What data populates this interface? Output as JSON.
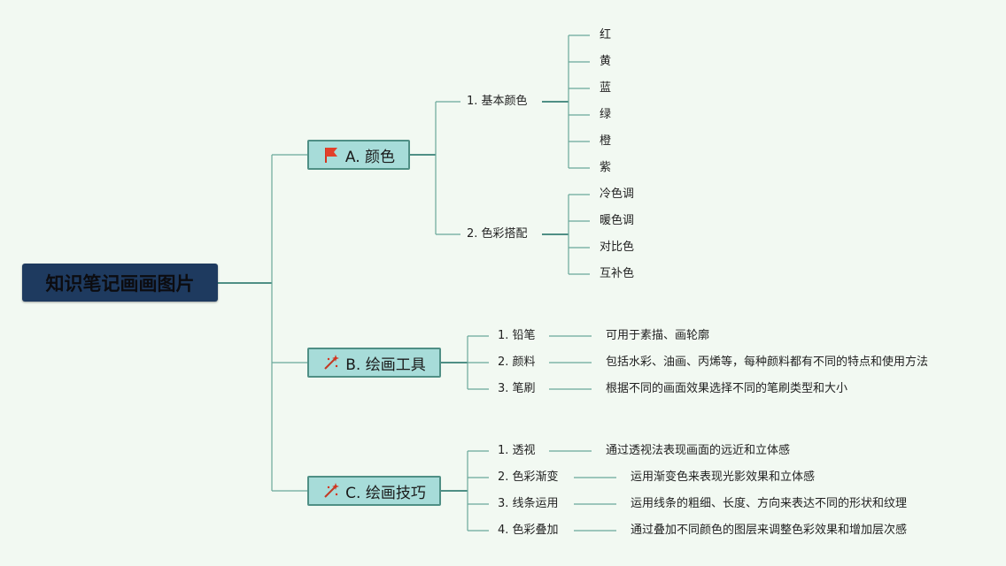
{
  "root": {
    "title": "知识笔记画画图片"
  },
  "branches": {
    "a": {
      "label": "A. 颜色",
      "icon": "red-flag-icon",
      "children": [
        {
          "label": "1. 基本颜色",
          "items": [
            "红",
            "黄",
            "蓝",
            "绿",
            "橙",
            "紫"
          ]
        },
        {
          "label": "2. 色彩搭配",
          "items": [
            "冷色调",
            "暖色调",
            "对比色",
            "互补色"
          ]
        }
      ]
    },
    "b": {
      "label": "B. 绘画工具",
      "icon": "magic-wand-icon",
      "children": [
        {
          "label": "1. 铅笔",
          "desc": "可用于素描、画轮廓"
        },
        {
          "label": "2. 颜料",
          "desc": "包括水彩、油画、丙烯等，每种颜料都有不同的特点和使用方法"
        },
        {
          "label": "3. 笔刷",
          "desc": "根据不同的画面效果选择不同的笔刷类型和大小"
        }
      ]
    },
    "c": {
      "label": "C. 绘画技巧",
      "icon": "magic-wand-icon",
      "children": [
        {
          "label": "1. 透视",
          "desc": "通过透视法表现画面的远近和立体感"
        },
        {
          "label": "2. 色彩渐变",
          "desc": "运用渐变色来表现光影效果和立体感"
        },
        {
          "label": "3. 线条运用",
          "desc": "运用线条的粗细、长度、方向来表达不同的形状和纹理"
        },
        {
          "label": "4. 色彩叠加",
          "desc": "通过叠加不同颜色的图层来调整色彩效果和增加层次感"
        }
      ]
    }
  }
}
